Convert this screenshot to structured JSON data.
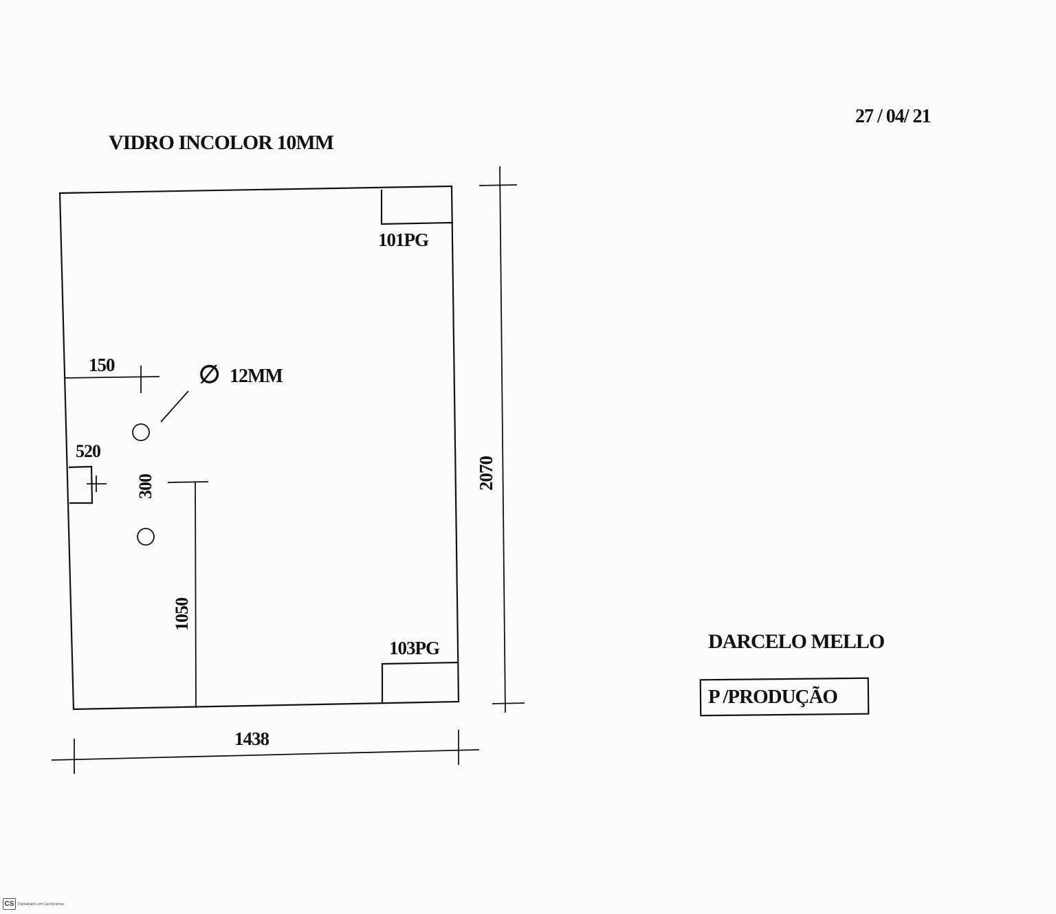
{
  "header": {
    "title": "VIDRO INCOLOR 10MM",
    "date": "27 / 04/ 21"
  },
  "drawing": {
    "width_label": "1438",
    "height_label": "2070",
    "corner_top_label": "101PG",
    "corner_bottom_label": "103PG",
    "hole_diameter_symbol": "∅",
    "hole_diameter_label": "12MM",
    "dim_left_offset": "150",
    "dim_notch": "520",
    "dim_hole_spacing": "300",
    "dim_vertical_height": "1050"
  },
  "footer": {
    "client_name": "DARCELO MELLO",
    "status_stamp": "P /PRODUÇÃO"
  },
  "scanner_mark": {
    "logo": "CS",
    "caption": "Digitalizado com CamScanner"
  }
}
